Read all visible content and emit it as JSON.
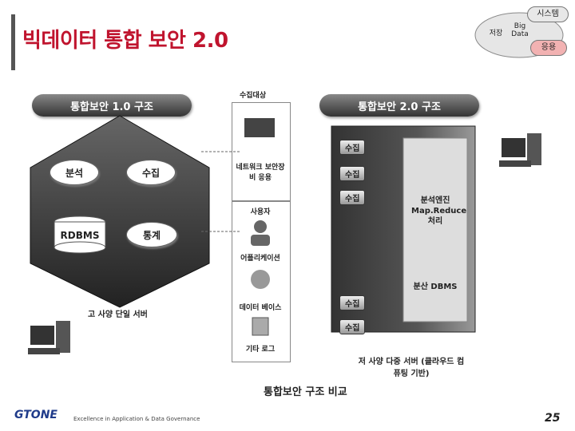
{
  "title": "빅데이터 통합 보안 2.0",
  "top_right": {
    "system_label": "시스템",
    "storage_label": "저장",
    "bigdata_label": "Big Data",
    "application_label": "응용"
  },
  "left_section": {
    "header": "통합보안 1.0 구조",
    "analysis_label": "분석",
    "collect_label": "수집",
    "rdbms_label": "RDBMS",
    "stats_label": "통계",
    "server_label": "고 사양 단일 서버"
  },
  "middle_section": {
    "collect_targets_label": "수집대상",
    "network_label": "네트워크 보안장비 응용",
    "user_label": "사용자",
    "application_label": "어플리케이션",
    "database_label": "데이터 베이스",
    "other_logs_label": "기타 로그"
  },
  "right_section": {
    "header": "통합보안 2.0 구조",
    "collect_tags": [
      "수집",
      "수집",
      "수집",
      "수집",
      "수집"
    ],
    "engine_label": "분석엔진 Map.Reduce 처리",
    "dbms_label": "분산 DBMS",
    "server_label": "저 사양 다중 서버 (클라우드 컴퓨팅 기반)"
  },
  "caption": "통합보안 구조 비교",
  "footer": {
    "logo": "GTONE",
    "tagline": "Excellence in Application & Data Governance",
    "page_number": "25"
  },
  "colors": {
    "title": "#c0142e"
  },
  "icons": [
    "computer-icon",
    "database-icon",
    "server-rack-icon"
  ]
}
